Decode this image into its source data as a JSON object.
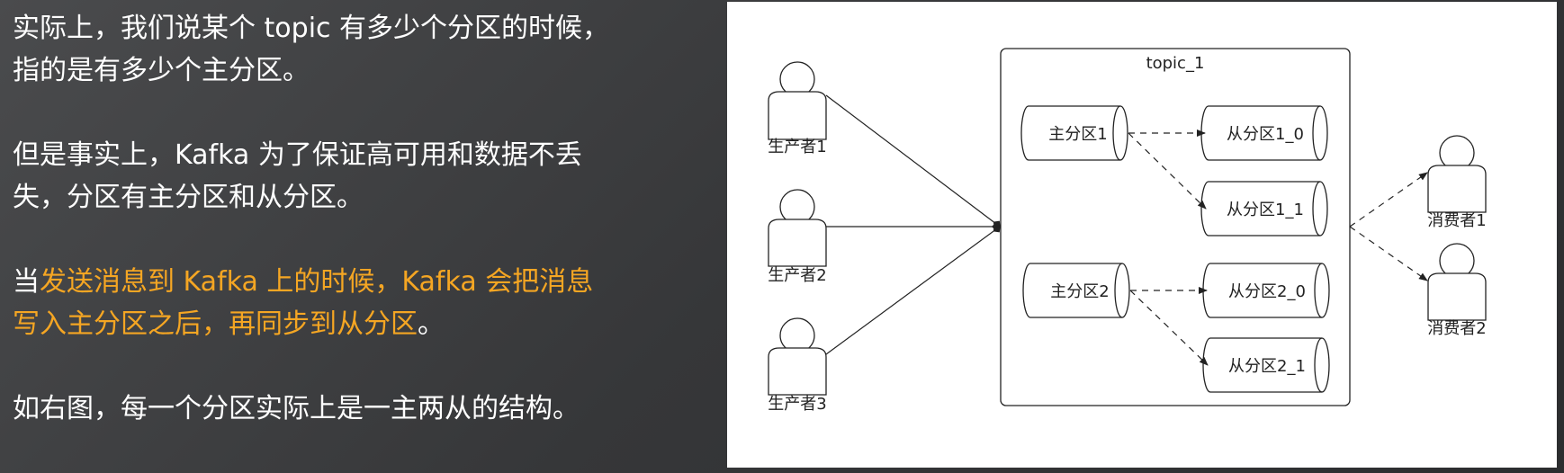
{
  "text": {
    "para1_line1": "实际上，我们说某个 topic 有多少个分区的时候，",
    "para1_line2": "指的是有多少个主分区。",
    "para2_line1": "但是事实上，Kafka 为了保证高可用和数据不丢",
    "para2_line2": "失，分区有主分区和从分区。",
    "para3_pre": "当",
    "para3_hl_line1": "发送消息到 Kafka 上的时候，Kafka 会把消息",
    "para3_hl_line2": "写入主分区之后，再同步到从分区",
    "para3_post": "。",
    "para4": "如右图，每一个分区实际上是一主两从的结构。"
  },
  "diagram": {
    "topic_label": "topic_1",
    "producers": [
      "生产者1",
      "生产者2",
      "生产者3"
    ],
    "consumers": [
      "消费者1",
      "消费者2"
    ],
    "partitions": [
      {
        "leader": "主分区1",
        "followers": [
          "从分区1_0",
          "从分区1_1"
        ]
      },
      {
        "leader": "主分区2",
        "followers": [
          "从分区2_0",
          "从分区2_1"
        ]
      }
    ]
  },
  "colors": {
    "accent": "#f5a623",
    "text": "#ffffff",
    "background": "#3a3b3d",
    "diagram_stroke": "#222222"
  }
}
